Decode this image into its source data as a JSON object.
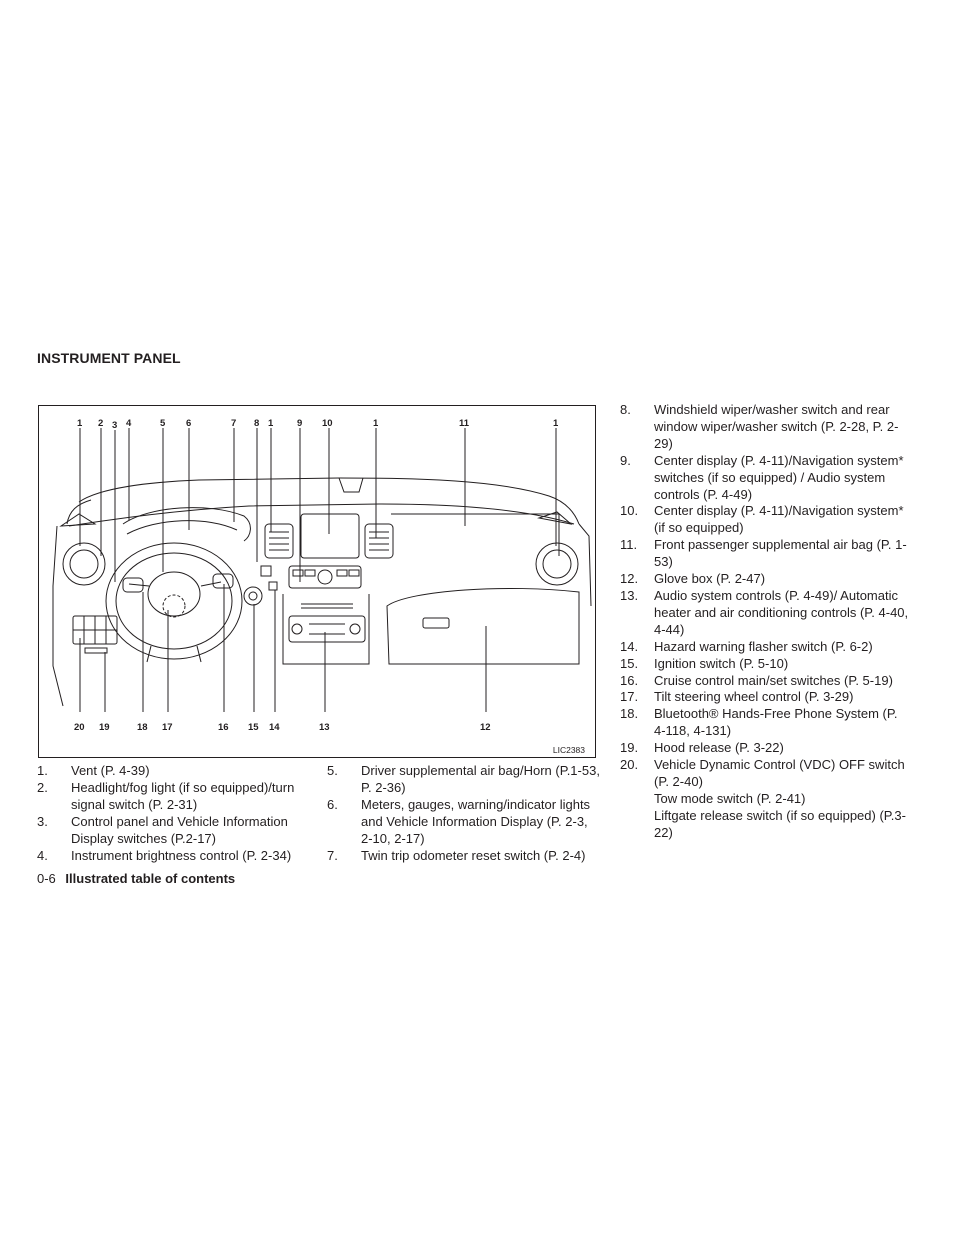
{
  "heading": "INSTRUMENT PANEL",
  "figure": {
    "id": "LIC2383",
    "top_callouts": [
      "1",
      "2",
      "3",
      "4",
      "5",
      "6",
      "7",
      "8",
      "1",
      "9",
      "10",
      "1",
      "11",
      "1"
    ],
    "bottom_callouts": [
      "20",
      "19",
      "18",
      "17",
      "16",
      "15",
      "14",
      "13",
      "12"
    ]
  },
  "items": [
    {
      "num": "1.",
      "text": "Vent (P. 4-39)"
    },
    {
      "num": "2.",
      "text": "Headlight/fog light (if so equipped)/turn signal switch (P. 2-31)"
    },
    {
      "num": "3.",
      "text": "Control panel and Vehicle Information Display switches (P.2-17)"
    },
    {
      "num": "4.",
      "text": "Instrument brightness control (P. 2-34)"
    },
    {
      "num": "5.",
      "text": "Driver supplemental air bag/Horn (P.1-53, P. 2-36)"
    },
    {
      "num": "6.",
      "text": "Meters, gauges, warning/indicator lights and Vehicle Information Display (P. 2-3, 2-10, 2-17)"
    },
    {
      "num": "7.",
      "text": "Twin trip odometer reset switch (P. 2-4)"
    },
    {
      "num": "8.",
      "text": "Windshield wiper/washer switch and rear window wiper/washer switch (P. 2-28, P. 2-29)"
    },
    {
      "num": "9.",
      "text": "Center display (P. 4-11)/Navigation system* switches (if so equipped) / Audio system controls (P. 4-49)"
    },
    {
      "num": "10.",
      "text": "Center display (P. 4-11)/Navigation system* (if so equipped)"
    },
    {
      "num": "11.",
      "text": "Front passenger supplemental air bag (P. 1-53)"
    },
    {
      "num": "12.",
      "text": "Glove box (P. 2-47)"
    },
    {
      "num": "13.",
      "text": "Audio system controls (P. 4-49)/ Automatic heater and air conditioning controls (P. 4-40, 4-44)"
    },
    {
      "num": "14.",
      "text": "Hazard warning flasher switch (P. 6-2)"
    },
    {
      "num": "15.",
      "text": "Ignition switch (P. 5-10)"
    },
    {
      "num": "16.",
      "text": "Cruise control main/set switches (P. 5-19)"
    },
    {
      "num": "17.",
      "text": "Tilt steering wheel control (P. 3-29)"
    },
    {
      "num": "18.",
      "text": "Bluetooth® Hands-Free Phone System (P. 4-118, 4-131)"
    },
    {
      "num": "19.",
      "text": "Hood release (P. 3-22)"
    },
    {
      "num": "20.",
      "text": "Vehicle Dynamic Control (VDC) OFF switch (P. 2-40)\nTow mode switch (P. 2-41)\nLiftgate release switch (if so equipped) (P.3-22)"
    }
  ],
  "footer": {
    "page": "0-6",
    "title": "Illustrated table of contents"
  }
}
